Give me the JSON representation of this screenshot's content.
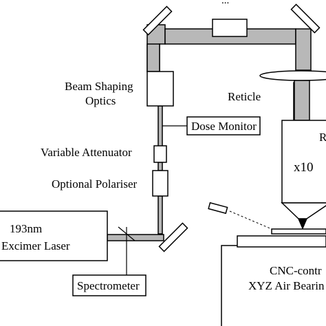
{
  "labels": {
    "top_clipped": "...",
    "beam_shaping_line1": "Beam Shaping",
    "beam_shaping_line2": "Optics",
    "reticle": "Reticle",
    "right_clipped_r": "R",
    "dose_monitor": "Dose Monitor",
    "variable_attenuator": "Variable Attenuator",
    "optional_polariser": "Optional Polariser",
    "laser_line1": "193nm",
    "laser_line2": "Excimer Laser",
    "objective": "x10",
    "spectrometer": "Spectrometer",
    "cnc_line1": "CNC-contr",
    "cnc_line2": "XYZ Air Bearin"
  },
  "colors": {
    "beam": "#b8b8b8",
    "line": "#000000",
    "background": "#ffffff"
  }
}
